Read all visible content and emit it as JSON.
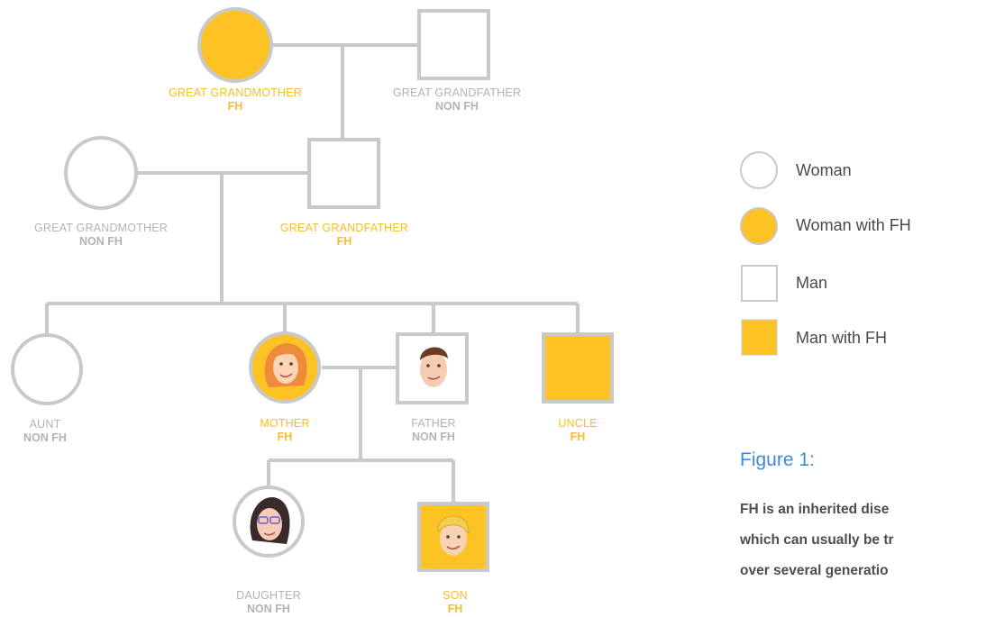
{
  "people": {
    "great_grandmother_fh": {
      "relation": "GREAT GRANDMOTHER",
      "status": "FH"
    },
    "great_grandfather_non": {
      "relation": "GREAT GRANDFATHER",
      "status": "NON FH"
    },
    "great_grandmother_non": {
      "relation": "GREAT GRANDMOTHER",
      "status": "NON FH"
    },
    "great_grandfather_fh": {
      "relation": "GREAT GRANDFATHER",
      "status": "FH"
    },
    "aunt": {
      "relation": "AUNT",
      "status": "NON FH"
    },
    "mother": {
      "relation": "MOTHER",
      "status": "FH"
    },
    "father": {
      "relation": "FATHER",
      "status": "NON FH"
    },
    "uncle": {
      "relation": "UNCLE",
      "status": "FH"
    },
    "daughter": {
      "relation": "DAUGHTER",
      "status": "NON FH"
    },
    "son": {
      "relation": "SON",
      "status": "FH"
    }
  },
  "legend": {
    "woman": "Woman",
    "woman_fh": "Woman with FH",
    "man": "Man",
    "man_fh": "Man with FH"
  },
  "figure": {
    "title": "Figure 1:",
    "lines": [
      "FH is an inherited dise",
      "which can usually be tr",
      "over several generatio"
    ]
  },
  "colors": {
    "fh_fill": "#fdc224",
    "outline": "#c9c9c9",
    "fh_text": "#f7bd2a",
    "non_text": "#b3b3b3",
    "title": "#3d8bd8"
  }
}
